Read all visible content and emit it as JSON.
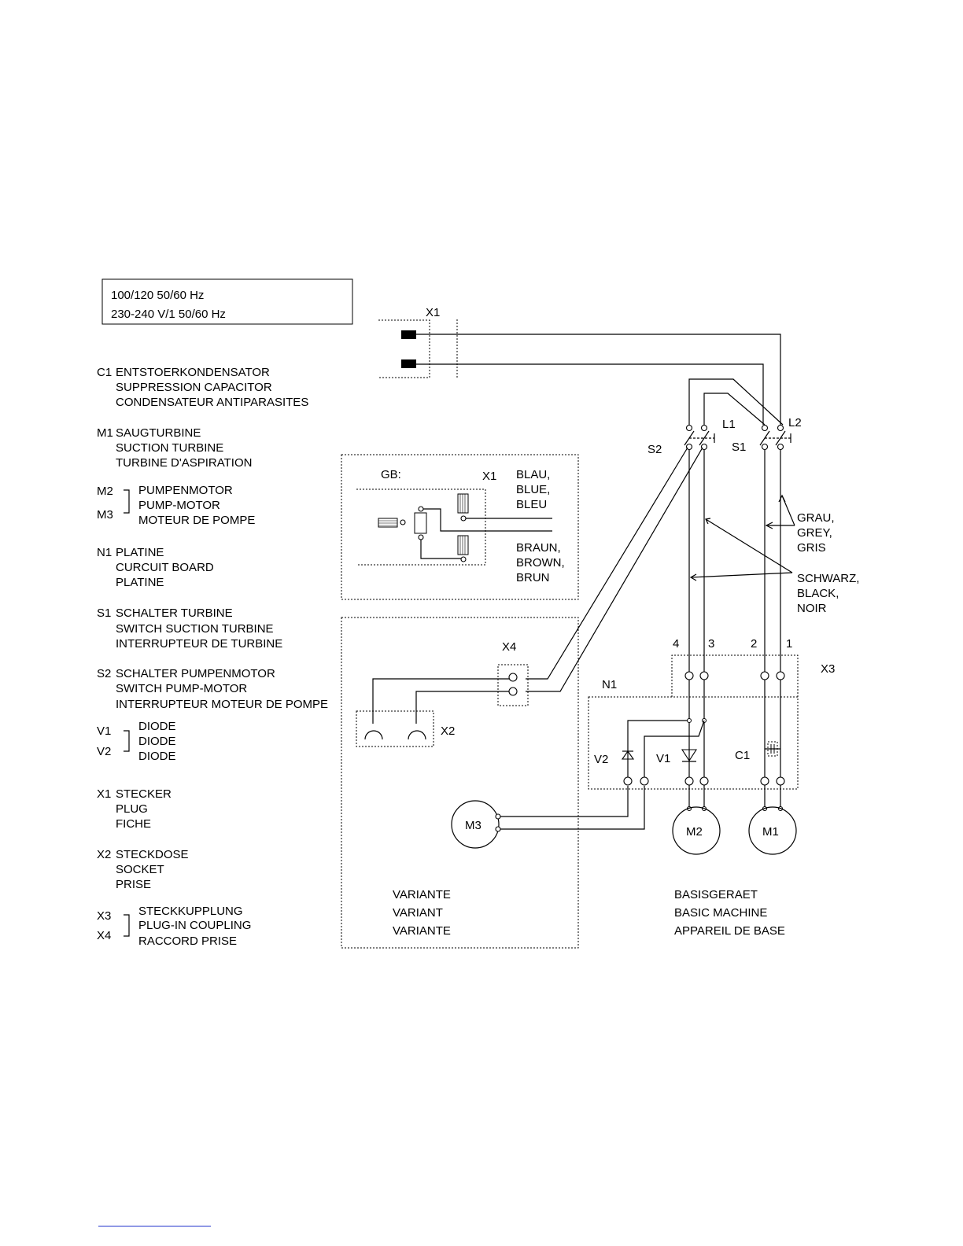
{
  "voltage_box": {
    "line1": "100/120  50/60 Hz",
    "line2": "230-240 V/1  50/60 Hz"
  },
  "legend": {
    "c1": {
      "code": "C1",
      "de": "ENTSTOERKONDENSATOR",
      "en": "SUPPRESSION CAPACITOR",
      "fr": "CONDENSATEUR ANTIPARASITES"
    },
    "m1": {
      "code": "M1",
      "de": "SAUGTURBINE",
      "en": "SUCTION TURBINE",
      "fr": "TURBINE D'ASPIRATION"
    },
    "m2m3": {
      "code_a": "M2",
      "code_b": "M3",
      "de": "PUMPENMOTOR",
      "en": "PUMP-MOTOR",
      "fr": "MOTEUR DE POMPE"
    },
    "n1": {
      "code": "N1",
      "de": "PLATINE",
      "en": "CURCUIT BOARD",
      "fr": "PLATINE"
    },
    "s1": {
      "code": "S1",
      "de": "SCHALTER TURBINE",
      "en": "SWITCH SUCTION TURBINE",
      "fr": "INTERRUPTEUR DE TURBINE"
    },
    "s2": {
      "code": "S2",
      "de": "SCHALTER PUMPENMOTOR",
      "en": "SWITCH PUMP-MOTOR",
      "fr": "INTERRUPTEUR MOTEUR DE POMPE"
    },
    "v1v2": {
      "code_a": "V1",
      "code_b": "V2",
      "de": "DIODE",
      "en": "DIODE",
      "fr": "DIODE"
    },
    "x1": {
      "code": "X1",
      "de": "STECKER",
      "en": "PLUG",
      "fr": "FICHE"
    },
    "x2": {
      "code": "X2",
      "de": "STECKDOSE",
      "en": "SOCKET",
      "fr": "PRISE"
    },
    "x3x4": {
      "code_a": "X3",
      "code_b": "X4",
      "de": "STECKKUPPLUNG",
      "en": "PLUG-IN COUPLING",
      "fr": "RACCORD PRISE"
    }
  },
  "gb_box": {
    "title": "GB:",
    "x1": "X1",
    "blue": [
      "BLAU,",
      "BLUE,",
      "BLEU"
    ],
    "brown": [
      "BRAUN,",
      "BROWN,",
      "BRUN"
    ]
  },
  "schematic": {
    "x1": "X1",
    "l1": "L1",
    "l2": "L2",
    "s1": "S1",
    "s2": "S2",
    "grey": [
      "GRAU,",
      "GREY,",
      "GRIS"
    ],
    "black": [
      "SCHWARZ,",
      "BLACK,",
      "NOIR"
    ],
    "terminals": [
      "4",
      "3",
      "2",
      "1"
    ],
    "x3": "X3",
    "x4": "X4",
    "x2": "X2",
    "n1": "N1",
    "v1": "V1",
    "v2": "V2",
    "c1": "C1",
    "m1": "M1",
    "m2": "M2",
    "m3": "M3",
    "variant": [
      "VARIANTE",
      "VARIANT",
      "VARIANTE"
    ],
    "basic": [
      "BASISGERAET",
      "BASIC MACHINE",
      "APPAREIL DE BASE"
    ]
  },
  "colors": {
    "ink": "#000000",
    "footer_rule": "#2233cc"
  }
}
